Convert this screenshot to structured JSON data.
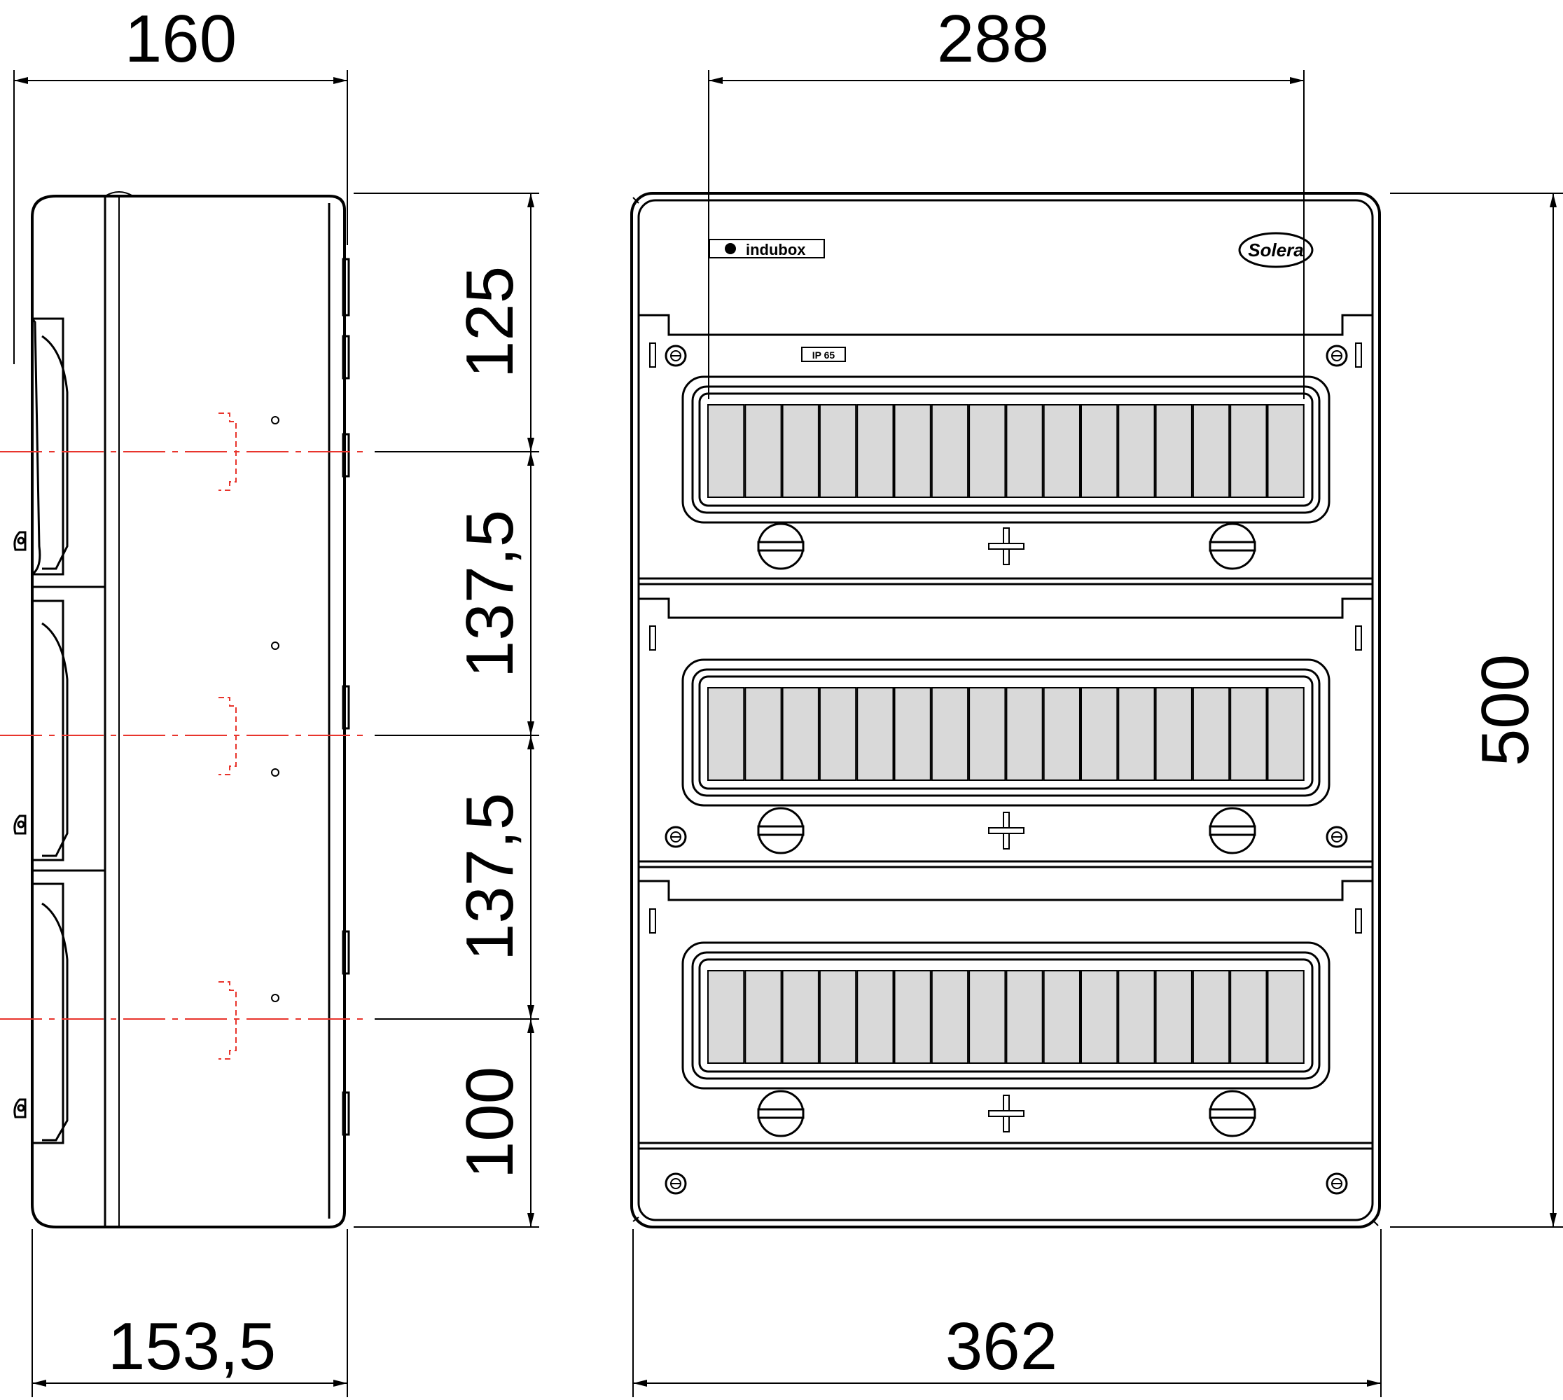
{
  "dimensions": {
    "side_depth_top": "160",
    "side_depth_bottom": "153,5",
    "front_inner_width": "288",
    "front_outer_width": "362",
    "front_height": "500",
    "vert_125": "125",
    "vert_137a": "137,5",
    "vert_137b": "137,5",
    "vert_100": "100"
  },
  "labels": {
    "maker": "indubox",
    "brand": "Solera",
    "ip_rating": "IP 65"
  },
  "colors": {
    "line": "#000000",
    "module": "#d9d9d9",
    "centerline": "#e8342c"
  }
}
